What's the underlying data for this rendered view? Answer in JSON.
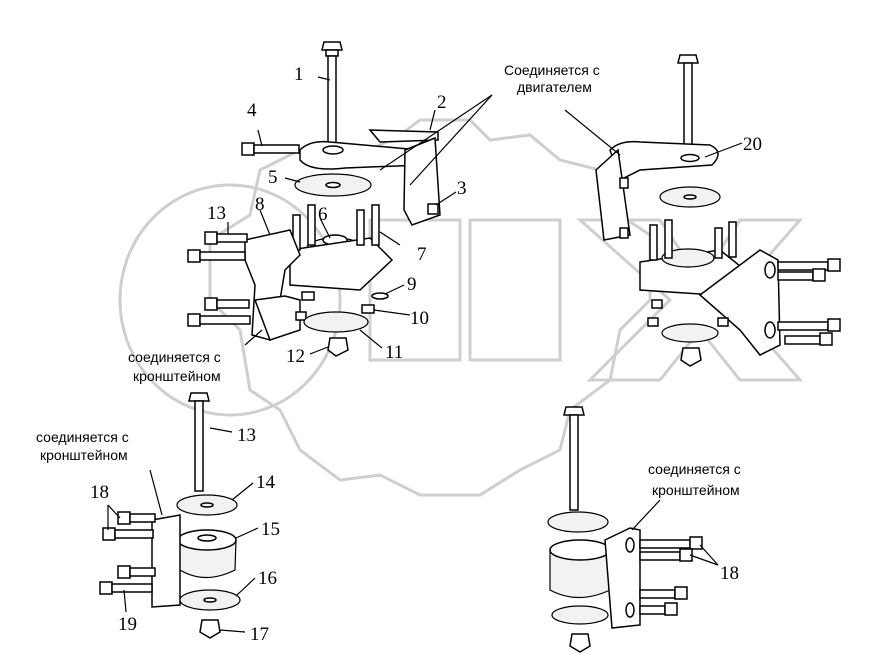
{
  "captions": {
    "engine_line1": "Соединяется с",
    "engine_line2": "двигателем",
    "bracket_left_line1": "соединяется с",
    "bracket_left_line2": "кронштейном",
    "bracket_bl_line1": "соединяется с",
    "bracket_bl_line2": "кронштейном",
    "bracket_br_line1": "соединяется с",
    "bracket_br_line2": "кронштейном"
  },
  "callouts": {
    "n1": "1",
    "n2": "2",
    "n3": "3",
    "n4": "4",
    "n5": "5",
    "n6": "6",
    "n7": "7",
    "n8": "8",
    "n9": "9",
    "n10": "10",
    "n11": "11",
    "n12": "12",
    "n13a": "13",
    "n13b": "13",
    "n14": "14",
    "n15": "15",
    "n16": "16",
    "n17": "17",
    "n18a": "18",
    "n18b": "18",
    "n19": "19",
    "n20": "20"
  },
  "watermark": "OPEX"
}
